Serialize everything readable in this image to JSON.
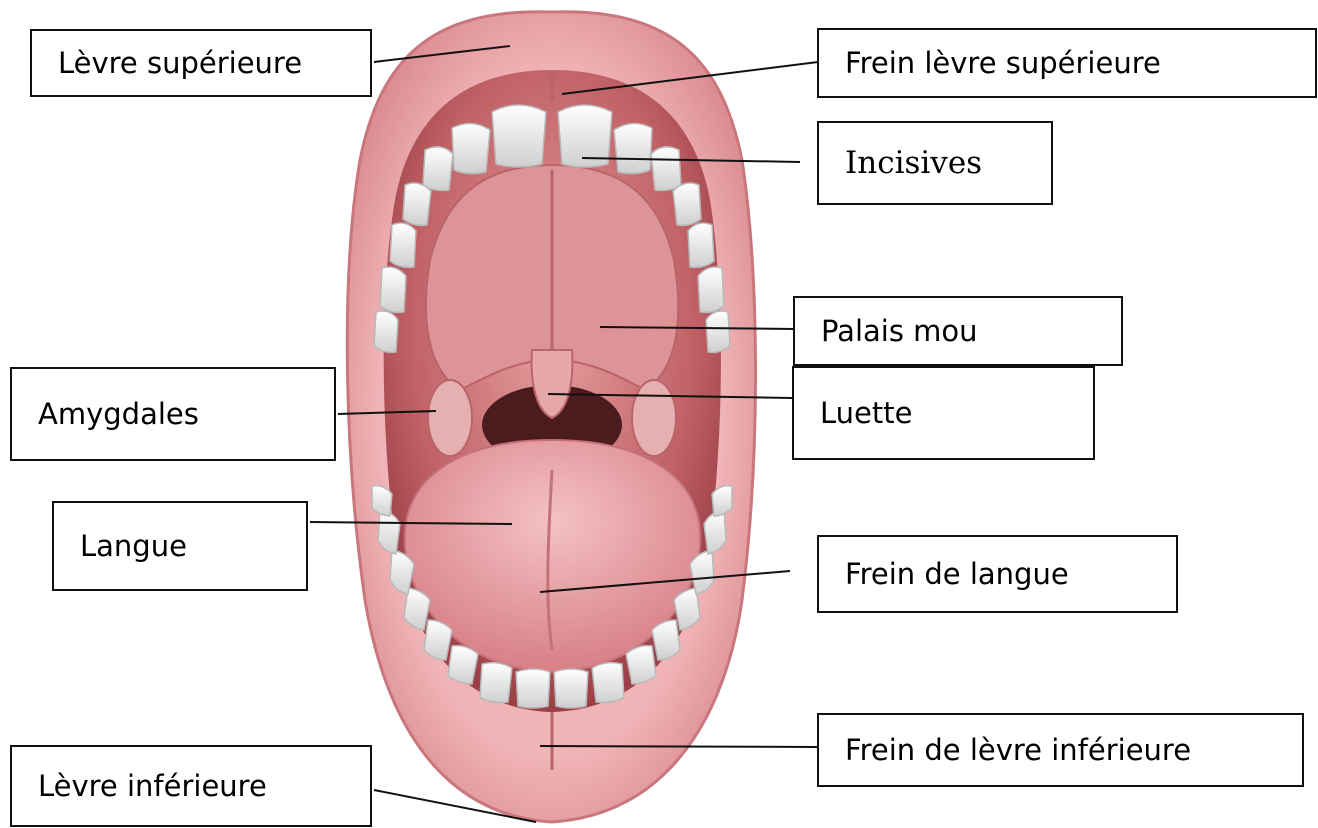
{
  "labels": {
    "levre_superieure": "Lèvre supérieure",
    "frein_levre_superieure": "Frein lèvre supérieure",
    "incisives": "Incisives",
    "palais_mou": "Palais mou",
    "amygdales": "Amygdales",
    "luette": "Luette",
    "langue": "Langue",
    "frein_de_langue": "Frein de langue",
    "frein_de_levre_inferieure": "Frein de lèvre inférieure",
    "levre_inferieure": "Lèvre inférieure"
  },
  "colors": {
    "lip": "#e8a0a2",
    "lip_dark": "#c9777c",
    "mouth_inner": "#b9565a",
    "palate": "#d98b8b",
    "throat": "#4a1c1e",
    "tongue": "#e49a9e",
    "teeth": "#f2f2f2",
    "leader_line": "#111111",
    "box_border": "#111111"
  }
}
